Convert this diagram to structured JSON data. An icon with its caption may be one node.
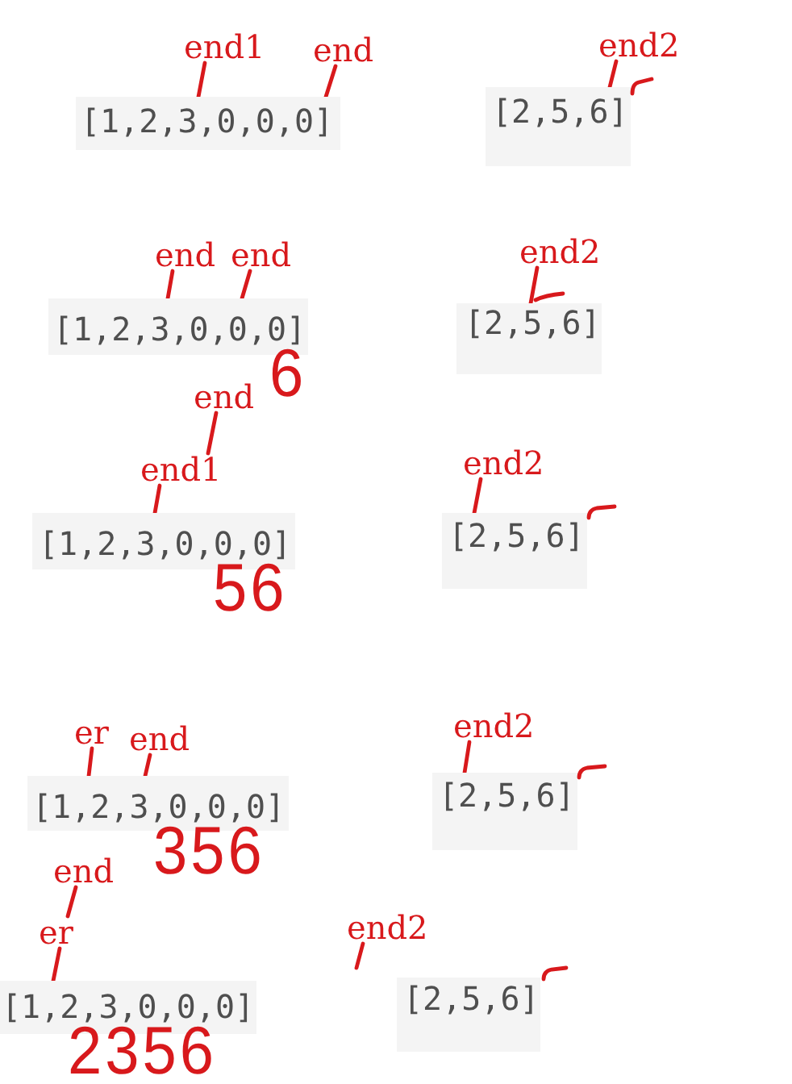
{
  "diagram": {
    "nodes": [
      {
        "text": [
          "end1"
        ]
      },
      {
        "text": [
          "end"
        ]
      },
      {
        "text": [
          "end2"
        ]
      },
      {
        "text": [
          "[1,2,3,0,0,0]"
        ]
      },
      {
        "text": [
          "[2,5,6]"
        ]
      },
      {
        "text": [
          "end"
        ]
      },
      {
        "text": [
          "end"
        ]
      },
      {
        "text": [
          "end2"
        ]
      },
      {
        "text": [
          "[1,2,3,0,0,0]"
        ]
      },
      {
        "text": [
          "[2,5,6]"
        ]
      },
      {
        "text": [
          "end"
        ]
      },
      {
        "text": [
          "end1"
        ]
      },
      {
        "text": [
          "end2"
        ]
      },
      {
        "text": [
          "[1,2,3,0,0,0]"
        ]
      },
      {
        "text": [
          "[2,5,6]"
        ]
      },
      {
        "text": [
          "er"
        ]
      },
      {
        "text": [
          "end"
        ]
      },
      {
        "text": [
          "end2"
        ]
      },
      {
        "text": [
          "[1,2,3,0,0,0]"
        ]
      },
      {
        "text": [
          "[2,5,6]"
        ]
      },
      {
        "text": [
          "end"
        ]
      },
      {
        "text": [
          "er"
        ]
      },
      {
        "text": [
          "end2"
        ]
      },
      {
        "text": [
          "[1,2,3,0,0,0]"
        ]
      },
      {
        "text": [
          "[2,5,6]"
        ]
      }
    ],
    "edges": [
      {
        "from": 0,
        "to": 3,
        "arrow": "none"
      },
      {
        "from": 1,
        "to": 3,
        "arrow": "none"
      },
      {
        "from": 2,
        "to": 4,
        "arrow": "none"
      },
      {
        "from": 5,
        "to": 8,
        "arrow": "none"
      },
      {
        "from": 6,
        "to": 8,
        "arrow": "none"
      },
      {
        "from": 7,
        "to": 9,
        "arrow": "none"
      },
      {
        "from": 10,
        "to": 11,
        "arrow": "none"
      },
      {
        "from": 11,
        "to": 13,
        "arrow": "none"
      },
      {
        "from": 12,
        "to": 14,
        "arrow": "none"
      },
      {
        "from": 15,
        "to": 18,
        "arrow": "none"
      },
      {
        "from": 16,
        "to": 18,
        "arrow": "none"
      },
      {
        "from": 17,
        "to": 19,
        "arrow": "none"
      },
      {
        "from": 20,
        "to": 21,
        "arrow": "none"
      },
      {
        "from": 21,
        "to": 23,
        "arrow": "none"
      },
      {
        "from": 22,
        "to": null,
        "arrow": "none"
      }
    ],
    "labels": [
      "6",
      "56",
      "356",
      "2356"
    ]
  }
}
